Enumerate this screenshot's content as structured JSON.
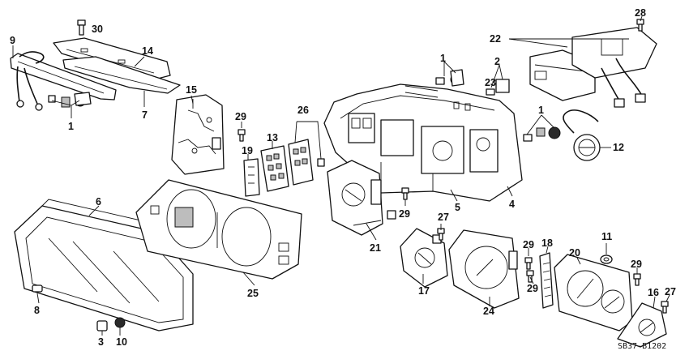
{
  "diagram": {
    "part_numbers": [
      "30",
      "9",
      "14",
      "7",
      "1",
      "15",
      "29",
      "13",
      "19",
      "26",
      "1",
      "2",
      "23",
      "22",
      "28",
      "1",
      "12",
      "6",
      "25",
      "21",
      "29",
      "27",
      "5",
      "4",
      "17",
      "24",
      "29",
      "29",
      "18",
      "20",
      "11",
      "29",
      "16",
      "27",
      "8",
      "3",
      "10"
    ],
    "drawing_code": "SB37-B1202"
  }
}
